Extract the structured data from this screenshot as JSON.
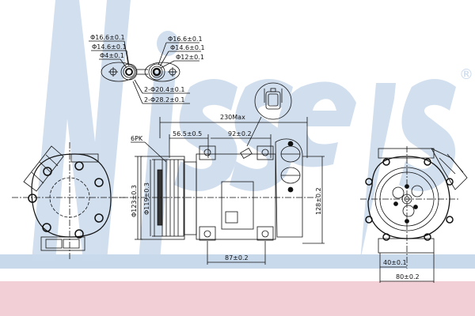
{
  "watermark": {
    "text": "Nissens",
    "registered_mark": "®",
    "color": "#c9d9ec"
  },
  "bands": {
    "blue": "#c9d9ec",
    "pink": "#f2cfd6"
  },
  "diagram": {
    "subject": "A/C compressor technical drawing",
    "views": [
      "front-clutch-view",
      "side-view",
      "rear-view",
      "port-flange-detail",
      "connector-detail"
    ],
    "port_flange": {
      "left_labels": [
        "Φ16.6±0.1",
        "Φ14.6±0.1",
        "Φ4±0.1"
      ],
      "right_labels": [
        "Φ16.6±0.1",
        "Φ14.6±0.1",
        "Φ12±0.1"
      ],
      "bottom_labels": [
        "2-Φ20.4±0.1",
        "2-Φ28.2±0.1"
      ]
    },
    "side_view": {
      "overall_length": "230Max",
      "dim_a": "56.5±0.5",
      "dim_b": "92±0.2",
      "belt": "6PK",
      "pulley_outer": "Φ123±0.3",
      "pulley_inner": "Φ119±0.3",
      "height": "128±0.2",
      "mount_spacing": "87±0.2"
    },
    "rear_view": {
      "half_width": "40±0.1",
      "width": "80±0.2"
    }
  }
}
